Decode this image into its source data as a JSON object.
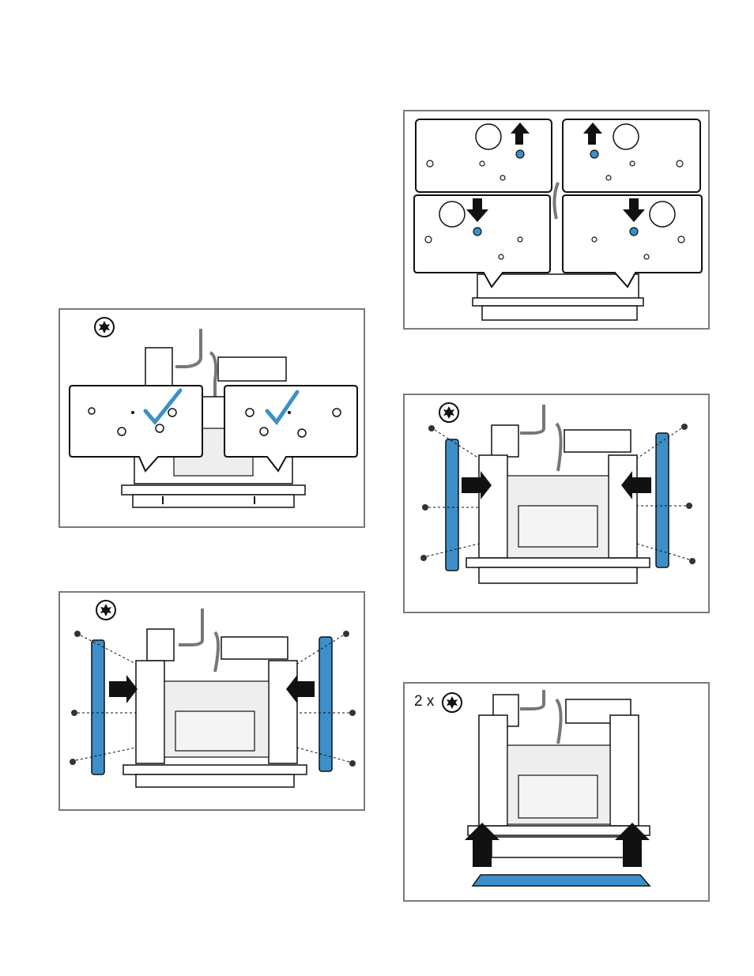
{
  "document": {
    "panels": [
      {
        "id": "fig-upper-left",
        "tool_icon": "torx-icon",
        "mark_icon": "checkmark-icon"
      },
      {
        "id": "fig-lower-left",
        "tool_icon": "torx-icon"
      },
      {
        "id": "fig-upper-right",
        "icons": [
          "arrow-up-icon",
          "arrow-down-icon"
        ]
      },
      {
        "id": "fig-middle-right",
        "tool_icon": "torx-icon"
      },
      {
        "id": "fig-lower-right",
        "tool_icon": "torx-icon",
        "quantity_label": "2 x"
      }
    ],
    "colors": {
      "accent_blue": "#3d8fc9",
      "frame_gray": "#7a7a7a",
      "line_dark": "#111111"
    }
  }
}
